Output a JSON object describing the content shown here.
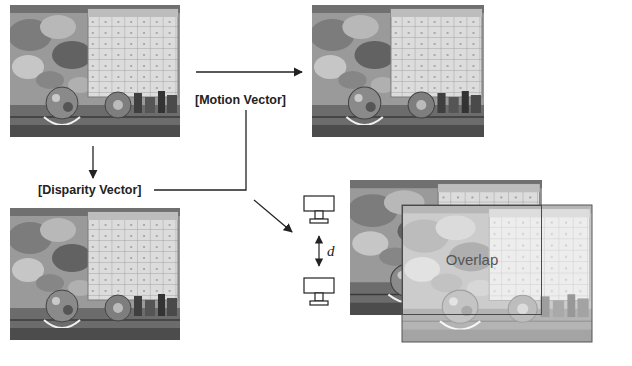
{
  "diagram": {
    "nodes": [
      {
        "text": [
          "Overlap"
        ]
      }
    ],
    "labels": [
      "[Motion Vector]",
      "[Disparity Vector]",
      "d"
    ]
  }
}
